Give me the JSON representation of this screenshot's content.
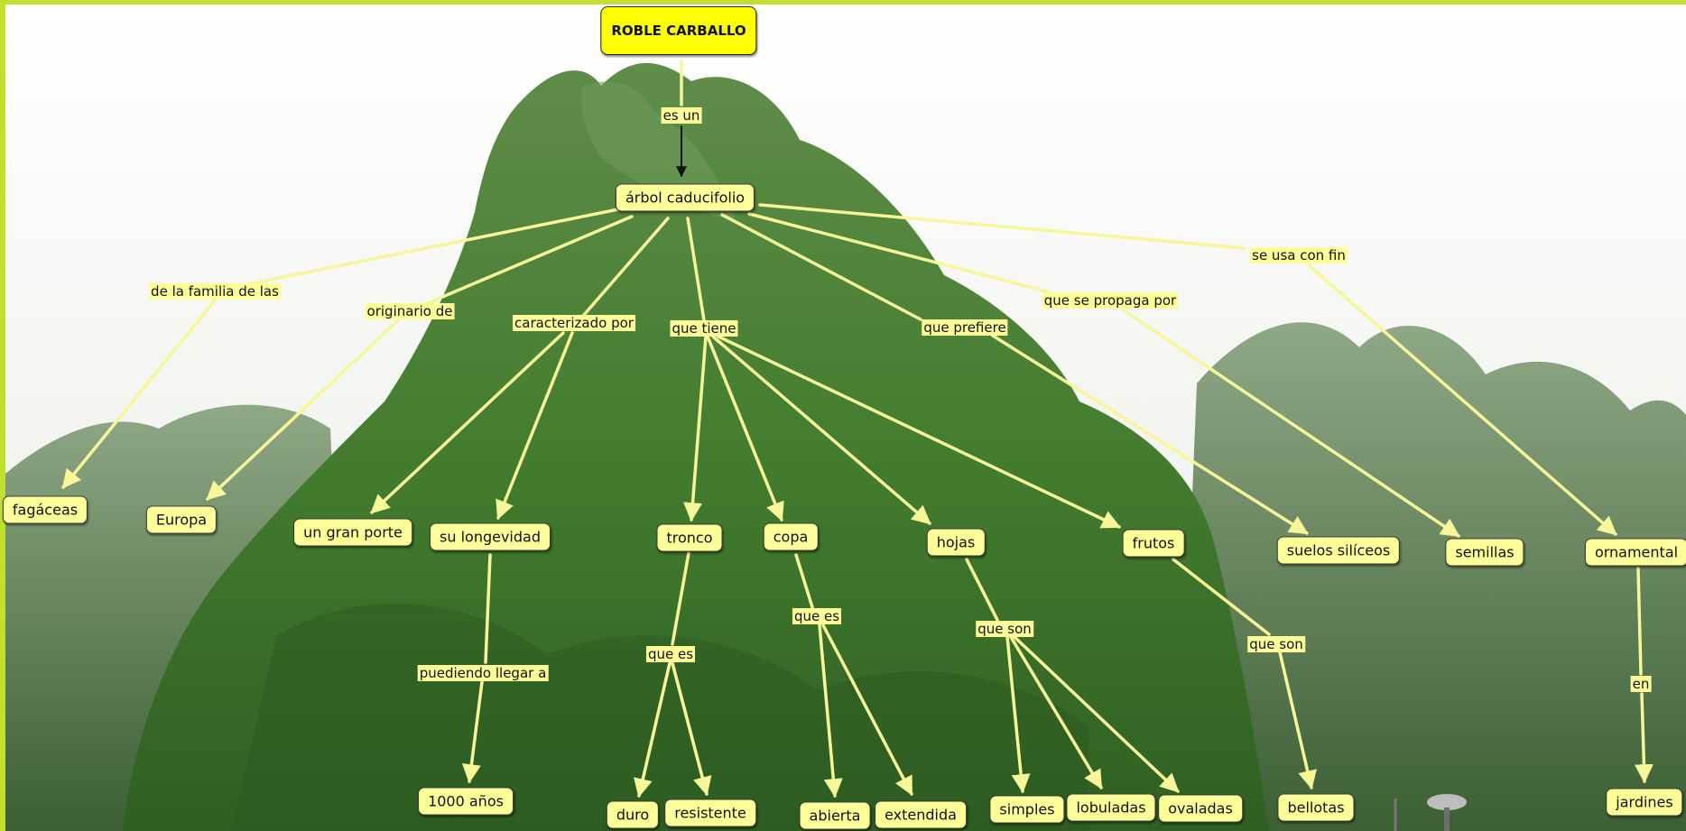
{
  "colors": {
    "frame": "#c2de2e",
    "node_fill": "#ffff99",
    "root_fill": "#ffff00",
    "link": "#f7f79a"
  },
  "background": {
    "subject": "tree-icon"
  },
  "map": {
    "root": "ROBLE CARBALLO",
    "concepts": {
      "arbol": "árbol caducifolio",
      "fagaceas": "fagáceas",
      "europa": "Europa",
      "gran_porte": "un gran porte",
      "longevidad": "su longevidad",
      "tronco": "tronco",
      "copa": "copa",
      "hojas": "hojas",
      "frutos": "frutos",
      "suelos": "suelos silíceos",
      "semillas": "semillas",
      "ornamental": "ornamental",
      "anos": "1000 años",
      "duro": "duro",
      "resistente": "resistente",
      "abierta": "abierta",
      "extendida": "extendida",
      "simples": "simples",
      "lobuladas": "lobuladas",
      "ovaladas": "ovaladas",
      "bellotas": "bellotas",
      "jardines": "jardines"
    },
    "links": {
      "es_un": "es un",
      "familia": "de la familia de las",
      "originario": "originario de",
      "caracterizado": "caracterizado por",
      "que_tiene": "que tiene",
      "prefiere": "que prefiere",
      "propaga": "que se propaga por",
      "usa": "se usa con fin",
      "puediendo": "puediendo llegar a",
      "que_es_tronco": "que es",
      "que_es_copa": "que es",
      "que_son_hojas": "que son",
      "que_son_frutos": "que son",
      "en": "en"
    }
  }
}
